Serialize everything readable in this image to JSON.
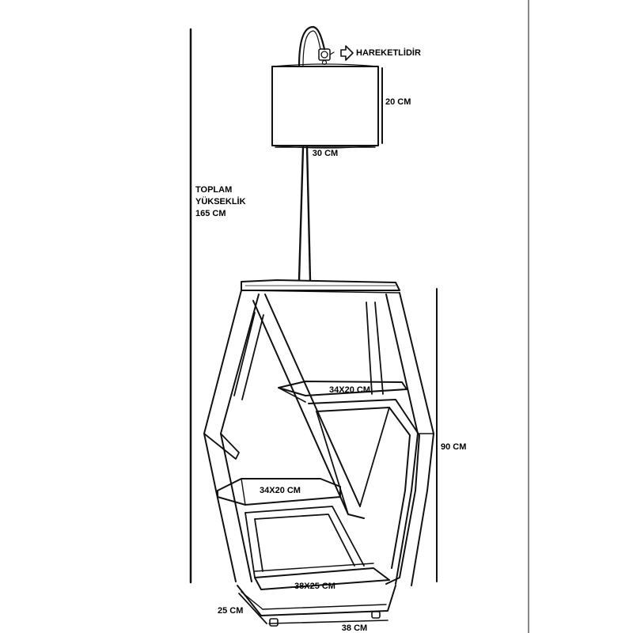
{
  "labels": {
    "movable": "HAREKETLİDİR",
    "shade_height": "20 CM",
    "shade_width": "30 CM",
    "total_height_line1": "TOPLAM",
    "total_height_line2": "YÜKSEKLİK",
    "total_height_line3": "165 CM",
    "cabinet_height": "90 CM",
    "upper_shelf": "34X20 CM",
    "middle_shelf": "34X20 CM",
    "bottom_shelf": "38X25 CM",
    "base_depth": "25 CM",
    "base_width": "38 CM"
  },
  "icons": {
    "arrow": "right-arrow-icon",
    "knob": "adjust-knob-icon"
  }
}
